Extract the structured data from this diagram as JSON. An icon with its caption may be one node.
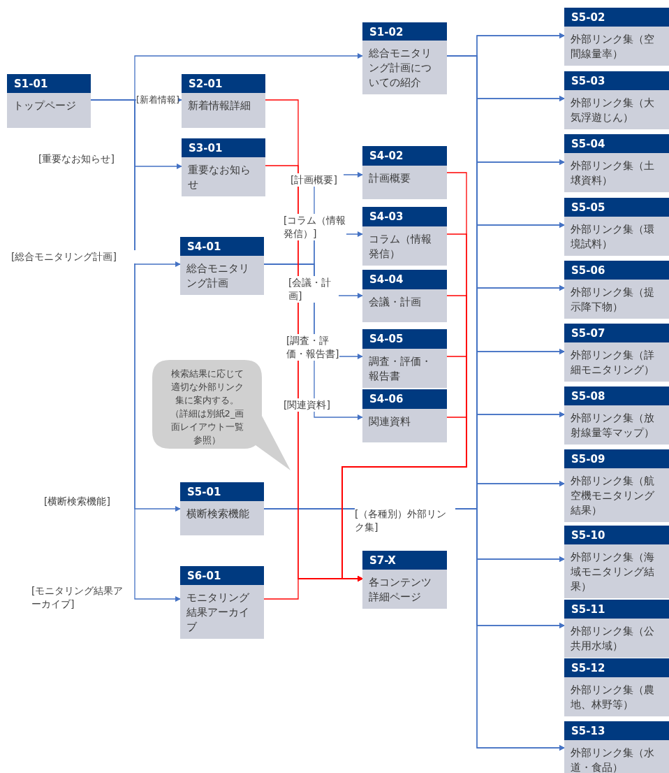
{
  "diagram": {
    "nodes": [
      {
        "text": [
          "S1-01",
          "トップページ"
        ]
      },
      {
        "text": [
          "S1-02",
          "総合モニタリング計画についての紹介"
        ]
      },
      {
        "text": [
          "S2-01",
          "新着情報詳細"
        ]
      },
      {
        "text": [
          "S3-01",
          "重要なお知らせ"
        ]
      },
      {
        "text": [
          "S4-01",
          "総合モニタリング計画"
        ]
      },
      {
        "text": [
          "S4-02",
          "計画概要"
        ]
      },
      {
        "text": [
          "S4-03",
          "コラム（情報発信）"
        ]
      },
      {
        "text": [
          "S4-04",
          "会議・計画"
        ]
      },
      {
        "text": [
          "S4-05",
          "調査・評価・報告書"
        ]
      },
      {
        "text": [
          "S4-06",
          "関連資料"
        ]
      },
      {
        "text": [
          "S5-01",
          "横断検索機能"
        ]
      },
      {
        "text": [
          "S6-01",
          "モニタリング結果アーカイブ"
        ]
      },
      {
        "text": [
          "S7-X",
          "各コンテンツ詳細ページ"
        ]
      },
      {
        "text": [
          "S5-02",
          "外部リンク集（空間線量率）"
        ]
      },
      {
        "text": [
          "S5-03",
          "外部リンク集（大気浮遊じん）"
        ]
      },
      {
        "text": [
          "S5-04",
          "外部リンク集（土壌資料）"
        ]
      },
      {
        "text": [
          "S5-05",
          "外部リンク集（環境試料）"
        ]
      },
      {
        "text": [
          "S5-06",
          "外部リンク集（提示降下物）"
        ]
      },
      {
        "text": [
          "S5-07",
          "外部リンク集（詳細モニタリング）"
        ]
      },
      {
        "text": [
          "S5-08",
          "外部リンク集（放射線量等マップ）"
        ]
      },
      {
        "text": [
          "S5-09",
          "外部リンク集（航空機モニタリング結果）"
        ]
      },
      {
        "text": [
          "S5-10",
          "外部リンク集（海域モニタリング結果）"
        ]
      },
      {
        "text": [
          "S5-11",
          "外部リンク集（公共用水域）"
        ]
      },
      {
        "text": [
          "S5-12",
          "外部リンク集（農地、林野等）"
        ]
      },
      {
        "text": [
          "S5-13",
          "外部リンク集（水道・食品）"
        ]
      },
      {
        "text": [
          "検索結果に応じて適切な外部リンク集に案内する。（詳細は別紙2_画面レイアウト一覧参照）"
        ]
      }
    ],
    "edges": [
      {
        "from": 0,
        "to": 1,
        "arrow": "to"
      },
      {
        "from": 0,
        "to": 2,
        "arrow": "to",
        "label": "[新着情報]"
      },
      {
        "from": 0,
        "to": 3,
        "arrow": "to",
        "label": "[重要なお知らせ]"
      },
      {
        "from": 0,
        "to": 4,
        "arrow": "to",
        "label": "[総合モニタリング計画]"
      },
      {
        "from": 0,
        "to": 10,
        "arrow": "to",
        "label": "[横断検索機能]"
      },
      {
        "from": 0,
        "to": 11,
        "arrow": "to",
        "label": "[モニタリング結果アーカイブ]"
      },
      {
        "from": 4,
        "to": 5,
        "arrow": "to",
        "label": "[計画概要]"
      },
      {
        "from": 4,
        "to": 6,
        "arrow": "to",
        "label": "[コラム（情報発信）]"
      },
      {
        "from": 4,
        "to": 7,
        "arrow": "to",
        "label": "[会議・計画]"
      },
      {
        "from": 4,
        "to": 8,
        "arrow": "to",
        "label": "[調査・評価・報告書]"
      },
      {
        "from": 4,
        "to": 9,
        "arrow": "to",
        "label": "[関連資料]"
      },
      {
        "from": 1,
        "to": 13,
        "arrow": "to"
      },
      {
        "from": 1,
        "to": 14,
        "arrow": "to"
      },
      {
        "from": 1,
        "to": 15,
        "arrow": "to"
      },
      {
        "from": 1,
        "to": 16,
        "arrow": "to"
      },
      {
        "from": 1,
        "to": 17,
        "arrow": "to"
      },
      {
        "from": 1,
        "to": 18,
        "arrow": "to"
      },
      {
        "from": 1,
        "to": 19,
        "arrow": "to"
      },
      {
        "from": 1,
        "to": 20,
        "arrow": "to"
      },
      {
        "from": 1,
        "to": 21,
        "arrow": "to"
      },
      {
        "from": 1,
        "to": 22,
        "arrow": "to"
      },
      {
        "from": 1,
        "to": 24,
        "arrow": "to"
      },
      {
        "from": 10,
        "to": 13,
        "arrow": "to",
        "label": "[（各種別）外部リンク集]"
      },
      {
        "from": 10,
        "to": 14,
        "arrow": "to"
      },
      {
        "from": 10,
        "to": 15,
        "arrow": "to"
      },
      {
        "from": 10,
        "to": 16,
        "arrow": "to"
      },
      {
        "from": 10,
        "to": 17,
        "arrow": "to"
      },
      {
        "from": 10,
        "to": 18,
        "arrow": "to"
      },
      {
        "from": 10,
        "to": 19,
        "arrow": "to"
      },
      {
        "from": 10,
        "to": 20,
        "arrow": "to"
      },
      {
        "from": 10,
        "to": 21,
        "arrow": "to"
      },
      {
        "from": 10,
        "to": 22,
        "arrow": "to"
      },
      {
        "from": 10,
        "to": 24,
        "arrow": "to"
      },
      {
        "from": 2,
        "to": 12,
        "arrow": "to",
        "color": "#ff0000"
      },
      {
        "from": 3,
        "to": 12,
        "arrow": "to",
        "color": "#ff0000"
      },
      {
        "from": 11,
        "to": 12,
        "arrow": "to",
        "color": "#ff0000"
      },
      {
        "from": 5,
        "to": 12,
        "arrow": "to",
        "color": "#ff0000"
      },
      {
        "from": 6,
        "to": 12,
        "arrow": "to",
        "color": "#ff0000"
      },
      {
        "from": 7,
        "to": 12,
        "arrow": "to",
        "color": "#ff0000"
      },
      {
        "from": 8,
        "to": 12,
        "arrow": "to",
        "color": "#ff0000"
      },
      {
        "from": 9,
        "to": 12,
        "arrow": "to",
        "color": "#ff0000"
      }
    ]
  }
}
